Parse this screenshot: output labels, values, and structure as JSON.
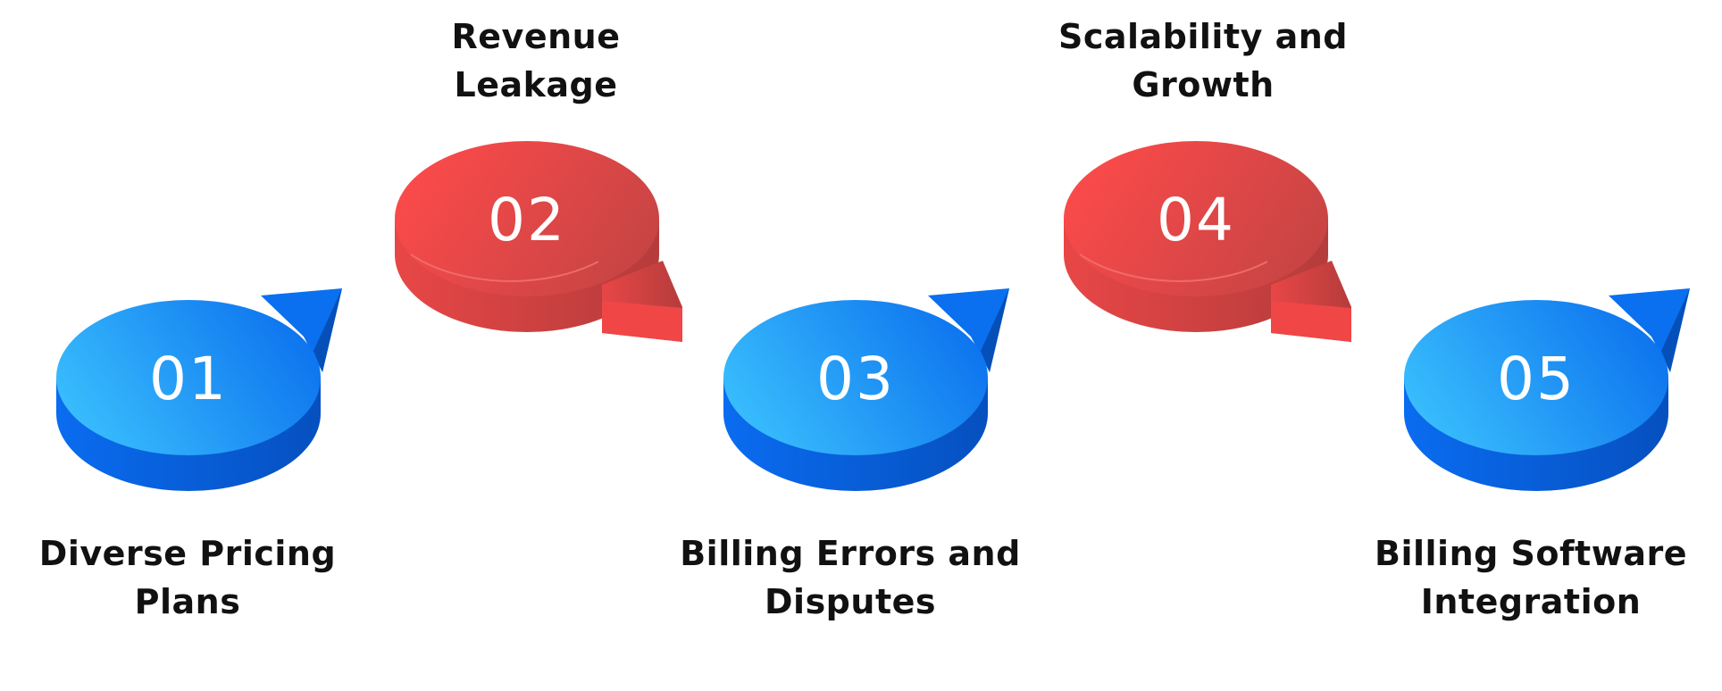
{
  "steps": [
    {
      "number": "01",
      "label_lines": [
        "Diverse Pricing",
        "Plans"
      ],
      "color": "blue"
    },
    {
      "number": "02",
      "label_lines": [
        "Revenue",
        "Leakage"
      ],
      "color": "red"
    },
    {
      "number": "03",
      "label_lines": [
        "Billing Errors and",
        "Disputes"
      ],
      "color": "blue"
    },
    {
      "number": "04",
      "label_lines": [
        "Scalability and",
        "Growth"
      ],
      "color": "red"
    },
    {
      "number": "05",
      "label_lines": [
        "Billing Software",
        "Integration"
      ],
      "color": "blue"
    }
  ],
  "colors": {
    "blue_light": "#3abffd",
    "blue_dark": "#0c72ee",
    "blue_side": "#0861d6",
    "red_light": "#fc4a4a",
    "red_dark": "#c64444",
    "red_side": "#c03d3d"
  }
}
